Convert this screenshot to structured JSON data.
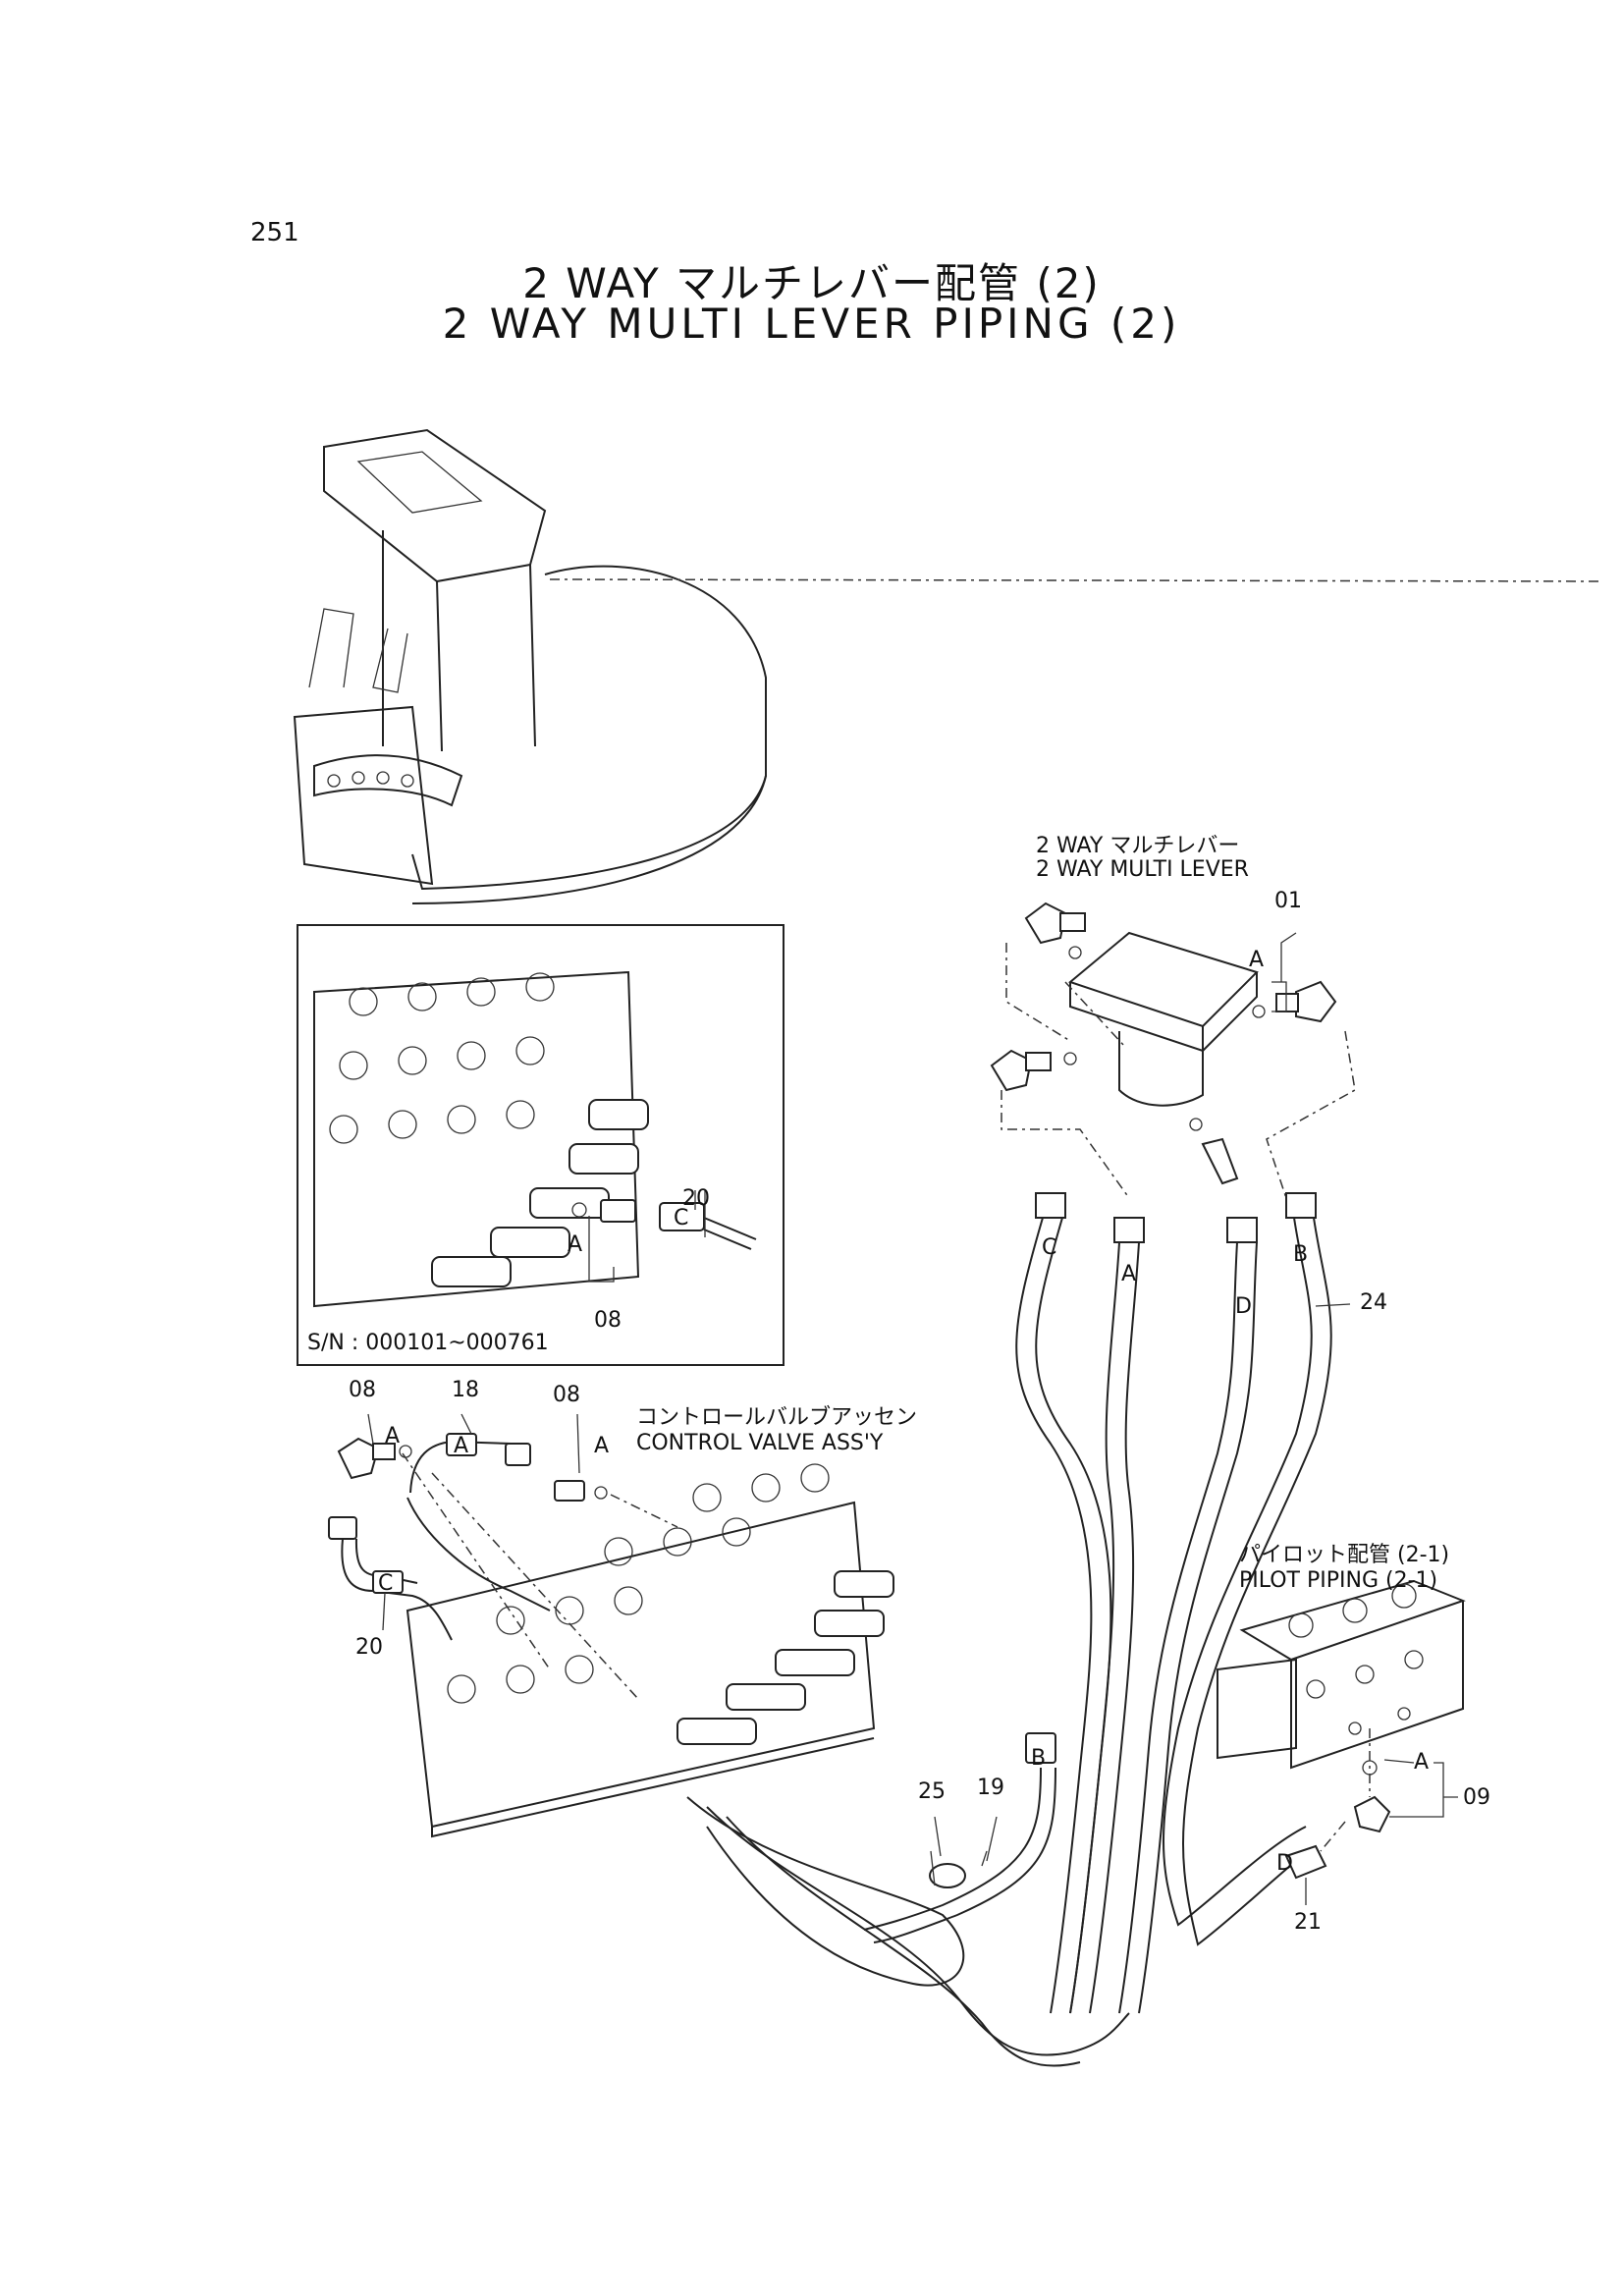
{
  "page_number": "251",
  "title_jp": "2 WAY マルチレバー配管 (2)",
  "title_en": "2 WAY MULTI LEVER PIPING (2)",
  "labels": {
    "multi_lever_jp": "2 WAY マルチレバー",
    "multi_lever_en": "2 WAY MULTI LEVER",
    "control_valve_jp": "コントロールバルブアッセン",
    "control_valve_en": "CONTROL VALVE ASS'Y",
    "pilot_jp": "パイロット配管 (2-1)",
    "pilot_en": "PILOT PIPING (2-1)",
    "serial": "S/N : 000101~000761"
  },
  "part_numbers": {
    "p01": "01",
    "p20_inset": "20",
    "p08_inset": "08",
    "p08_left": "08",
    "p18": "18",
    "p08_mid": "08",
    "p20_left": "20",
    "p24": "24",
    "p25": "25",
    "p19": "19",
    "p09": "09",
    "p21": "21"
  },
  "letters": {
    "a_lever": "A",
    "a_inset": "A",
    "c_inset": "C",
    "a_left": "A",
    "a_hose18": "A",
    "a_mid": "A",
    "c_left": "C",
    "hose_c": "C",
    "hose_a": "A",
    "hose_d": "D",
    "hose_b": "B",
    "b_hose19": "B",
    "a_pilot": "A",
    "d_pilot": "D"
  }
}
